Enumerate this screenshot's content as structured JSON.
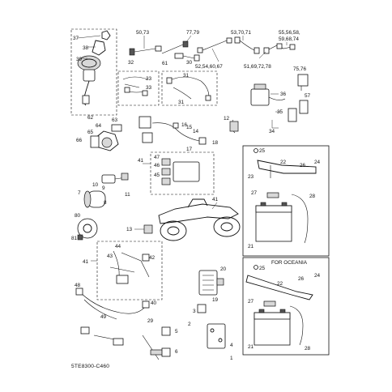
{
  "figure_code": "5TE8300-C460",
  "region_title": "FOR OCEANIA",
  "callouts": {
    "c37": "37",
    "c38": "38",
    "c39": "39",
    "c50_73": "50,73",
    "c32": "32",
    "c77_79": "77,79",
    "c61": "61",
    "c30": "30",
    "c52_group": "52,54,60,67",
    "c53_group": "53,70,71",
    "c55_group_a": "55,56,58,",
    "c55_group_b": "59,68,74",
    "c51_group": "51,69,72,78",
    "c75_76": "75,76",
    "c33a": "33",
    "c33b": "33",
    "c31a": "31",
    "c31b": "31",
    "c36": "36",
    "c57": "57",
    "c35": "35",
    "c34": "34",
    "c62": "62",
    "c63": "63",
    "c64": "64",
    "c65": "65",
    "c66": "66",
    "c12": "12",
    "c16": "16",
    "c15": "15",
    "c14": "14",
    "c17": "17",
    "c18": "18",
    "c25a": "25",
    "c22a": "22",
    "c26a": "26",
    "c24a": "24",
    "c23": "23",
    "c27a": "27",
    "c28a": "28",
    "c21a": "21",
    "c47": "47",
    "c46": "46",
    "c45": "45",
    "c41a": "41",
    "c7": "7",
    "c10": "10",
    "c9": "9",
    "c11": "11",
    "c8": "8",
    "c41b": "41",
    "c80": "80",
    "c81": "81",
    "c13": "13",
    "c44": "44",
    "c43": "43",
    "c42": "42",
    "c41c": "41",
    "c48": "48",
    "c49": "49",
    "c40": "40",
    "c20": "20",
    "c19": "19",
    "c2": "2",
    "c3": "3",
    "c4": "4",
    "c1": "1",
    "c29": "29",
    "c5": "5",
    "c6": "6",
    "c25b": "25",
    "c22b": "22",
    "c26b": "26",
    "c24b": "24",
    "c27b": "27",
    "c21b": "21",
    "c28b": "28"
  }
}
